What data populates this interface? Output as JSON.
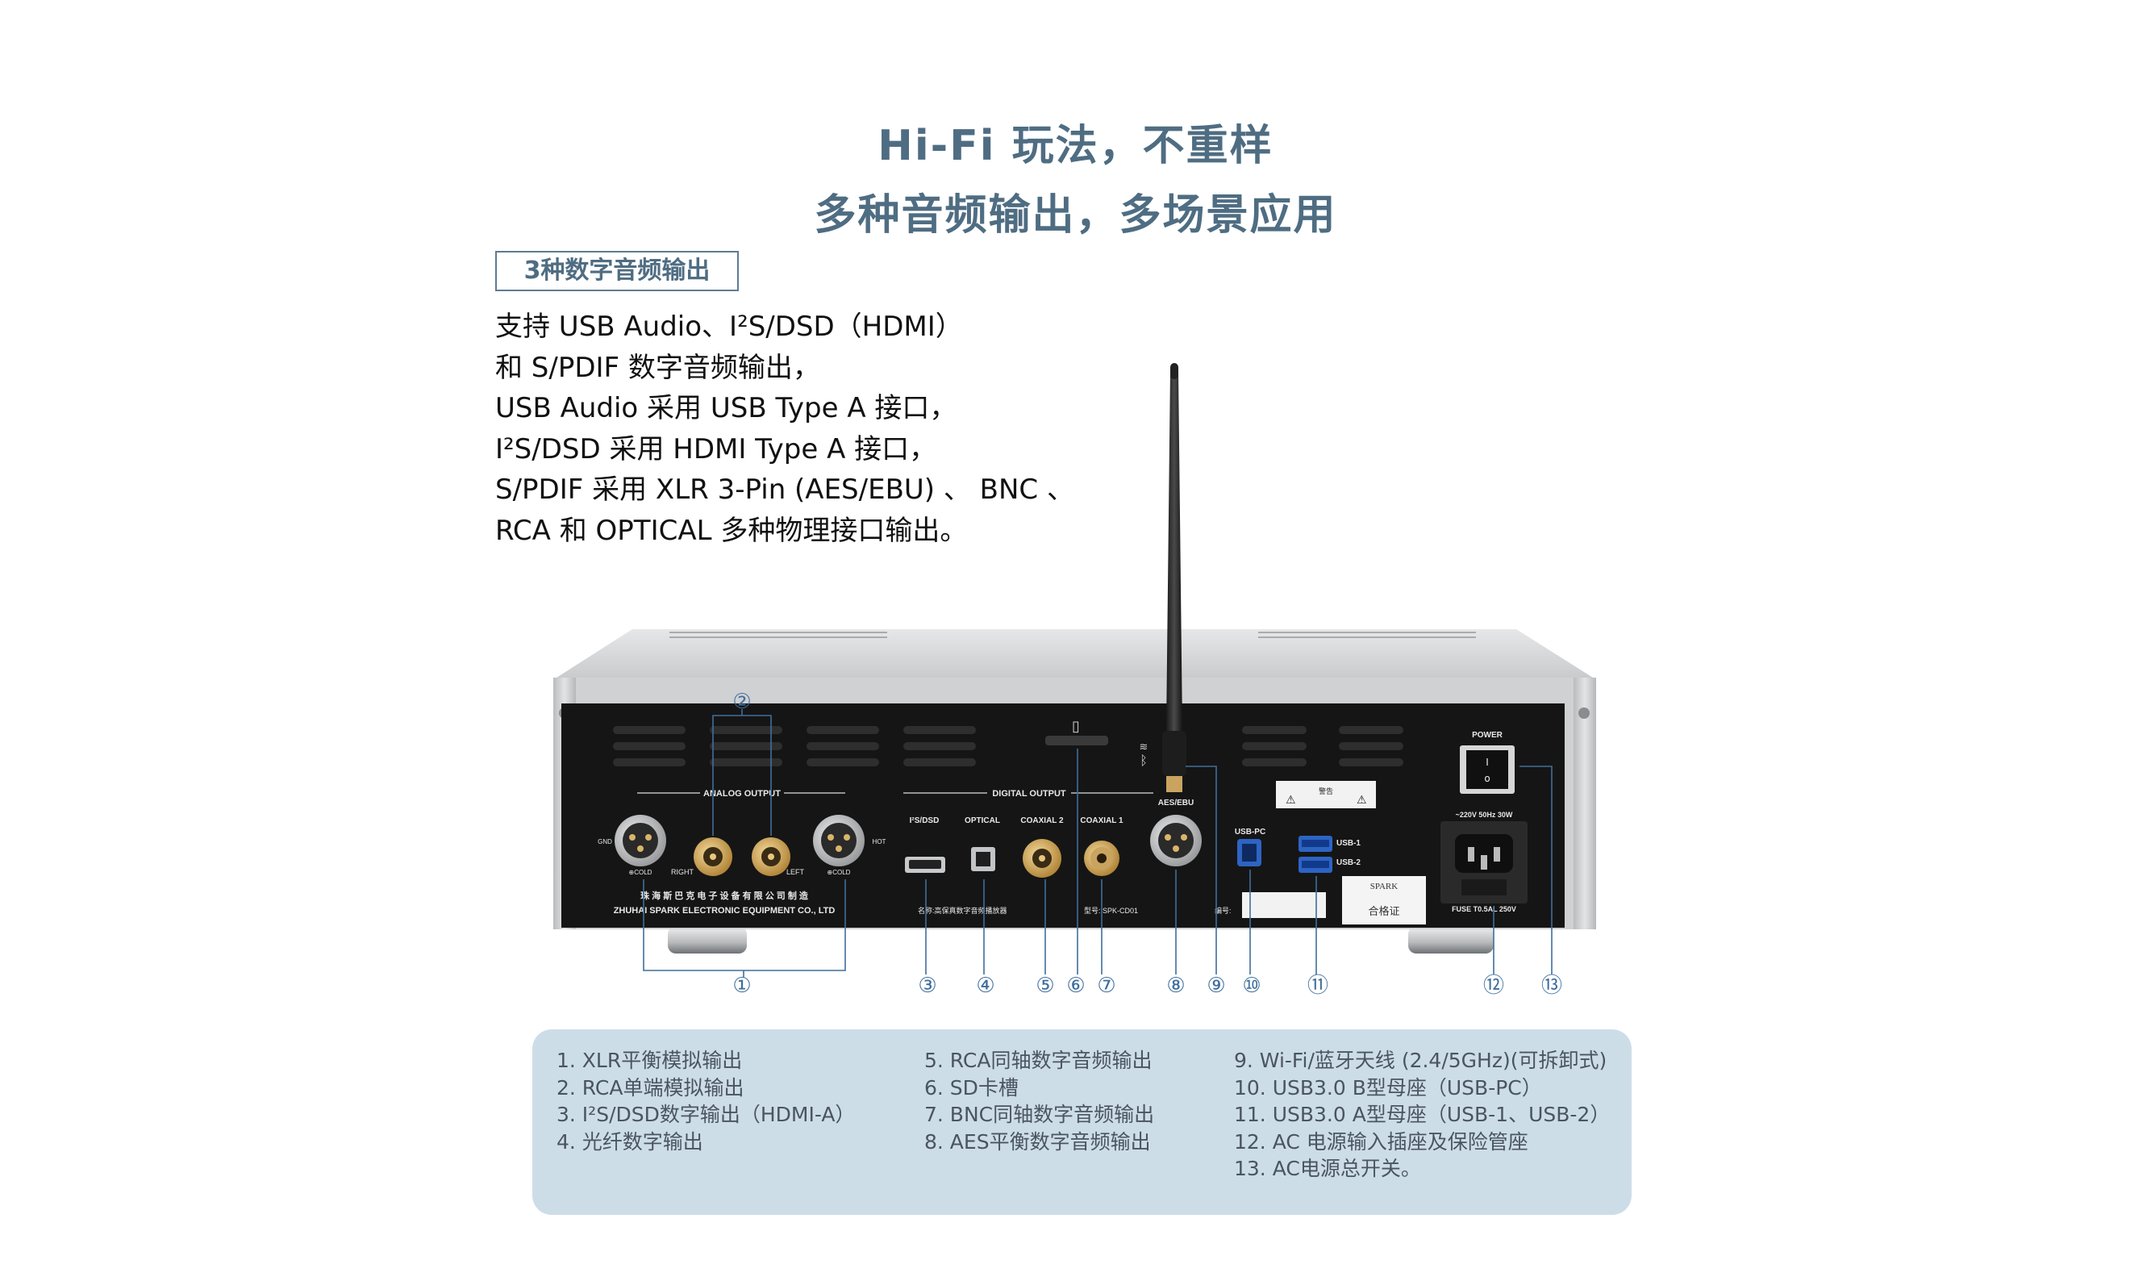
{
  "heading": {
    "line1": "Hi-Fi 玩法，不重样",
    "line2": "多种音频输出，多场景应用"
  },
  "tag": "3种数字音频输出",
  "description": [
    "支持 USB Audio、I²S/DSD（HDMI）",
    "和 S/PDIF 数字音频输出，",
    "USB Audio 采用 USB Type A 接口，",
    "I²S/DSD 采用 HDMI Type A 接口，",
    "S/PDIF 采用 XLR 3-Pin (AES/EBU) 、 BNC 、",
    "RCA 和 OPTICAL 多种物理接口输出。"
  ],
  "panel_labels": {
    "analog_output": "ANALOG OUTPUT",
    "digital_output": "DIGITAL OUTPUT",
    "aes_ebu": "AES/EBU",
    "i2s_dsd": "I²S/DSD",
    "optical": "OPTICAL",
    "coaxial2": "COAXIAL 2",
    "coaxial1": "COAXIAL 1",
    "usb_pc": "USB-PC",
    "usb1": "USB-1",
    "usb2": "USB-2",
    "power": "POWER",
    "fuse_rating": "~220V 50Hz 30W",
    "fuse": "FUSE T0.5AL 250V",
    "gnd": "GND",
    "hot": "HOT",
    "cold": "⊕COLD",
    "right": "RIGHT",
    "left": "LEFT",
    "maker_cn": "珠 海 斯 巴 克 电 子 设 备 有 限 公 司 制 造",
    "maker_en": "ZHUHAI SPARK ELECTRONIC EQUIPMENT CO., LTD",
    "product_name": "名称:高保真数字音频播放器",
    "model": "型号: SPK-CD01",
    "serial": "编号:",
    "brand": "SPARK",
    "warning": "警告",
    "qc": "合格证"
  },
  "callouts": [
    "①",
    "②",
    "③",
    "④",
    "⑤",
    "⑥",
    "⑦",
    "⑧",
    "⑨",
    "⑩",
    "⑪",
    "⑫",
    "⑬"
  ],
  "legend": {
    "col1": [
      "1. XLR平衡模拟输出",
      "2. RCA单端模拟输出",
      "3. I²S/DSD数字输出（HDMI-A）",
      "4. 光纤数字输出"
    ],
    "col2": [
      "5. RCA同轴数字音频输出",
      "6. SD卡槽",
      "7. BNC同轴数字音频输出",
      "8. AES平衡数字音频输出"
    ],
    "col3": [
      "9. Wi-Fi/蓝牙天线 (2.4/5GHz)(可拆卸式)",
      "10. USB3.0 B型母座（USB-PC）",
      "11. USB3.0 A型母座（USB-1、USB-2）",
      "12. AC 电源输入插座及保险管座",
      "13. AC电源总开关。"
    ]
  },
  "colors": {
    "heading": "#4f6d82",
    "callout": "#3f6e9c",
    "legend_bg": "#cddde8",
    "chassis_silver": "#d6d8da",
    "panel_black": "#151515",
    "gold": "#c89a4a"
  }
}
